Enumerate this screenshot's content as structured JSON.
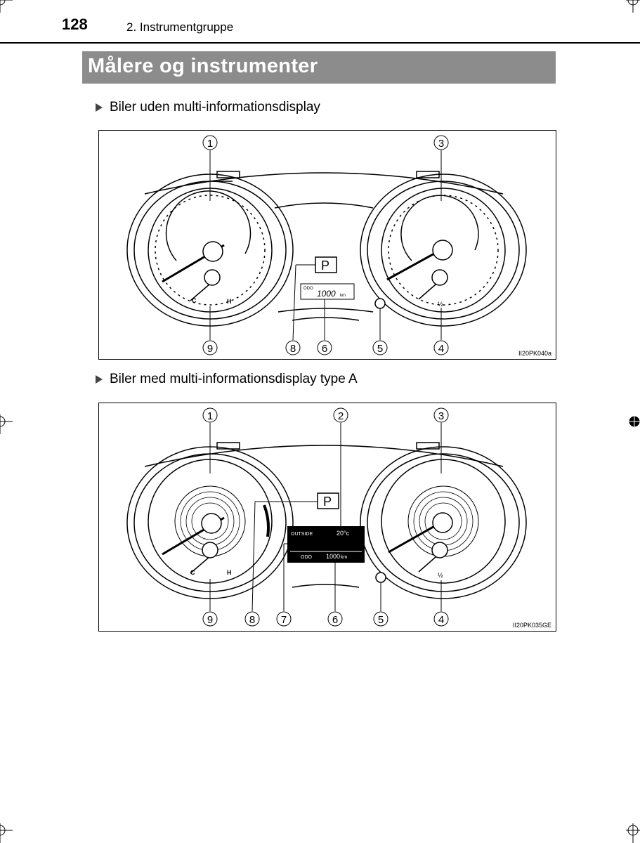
{
  "header": {
    "page_number": "128",
    "section": "2. Instrumentgruppe"
  },
  "title": "Målere og instrumenter",
  "figures": [
    {
      "subheading": "Biler uden multi-informationsdisplay",
      "code": "II20PK040a",
      "gear": "P",
      "odo_label": "ODO",
      "odo_value": "1000",
      "odo_unit": "km",
      "temp_c": "C",
      "temp_h": "H",
      "fuel_half": "½",
      "callouts": [
        "1",
        "3",
        "9",
        "8",
        "6",
        "5",
        "4"
      ]
    },
    {
      "subheading": "Biler med multi-informationsdisplay type A",
      "code": "II20PK035GE",
      "gear": "P",
      "outside_label": "OUTSIDE",
      "outside_value": "20°c",
      "odo_label": "ODO",
      "odo_value": "1000",
      "odo_unit": "km",
      "temp_c": "C",
      "temp_h": "H",
      "fuel_half": "½",
      "callouts": [
        "1",
        "2",
        "3",
        "9",
        "8",
        "7",
        "6",
        "5",
        "4"
      ]
    }
  ]
}
